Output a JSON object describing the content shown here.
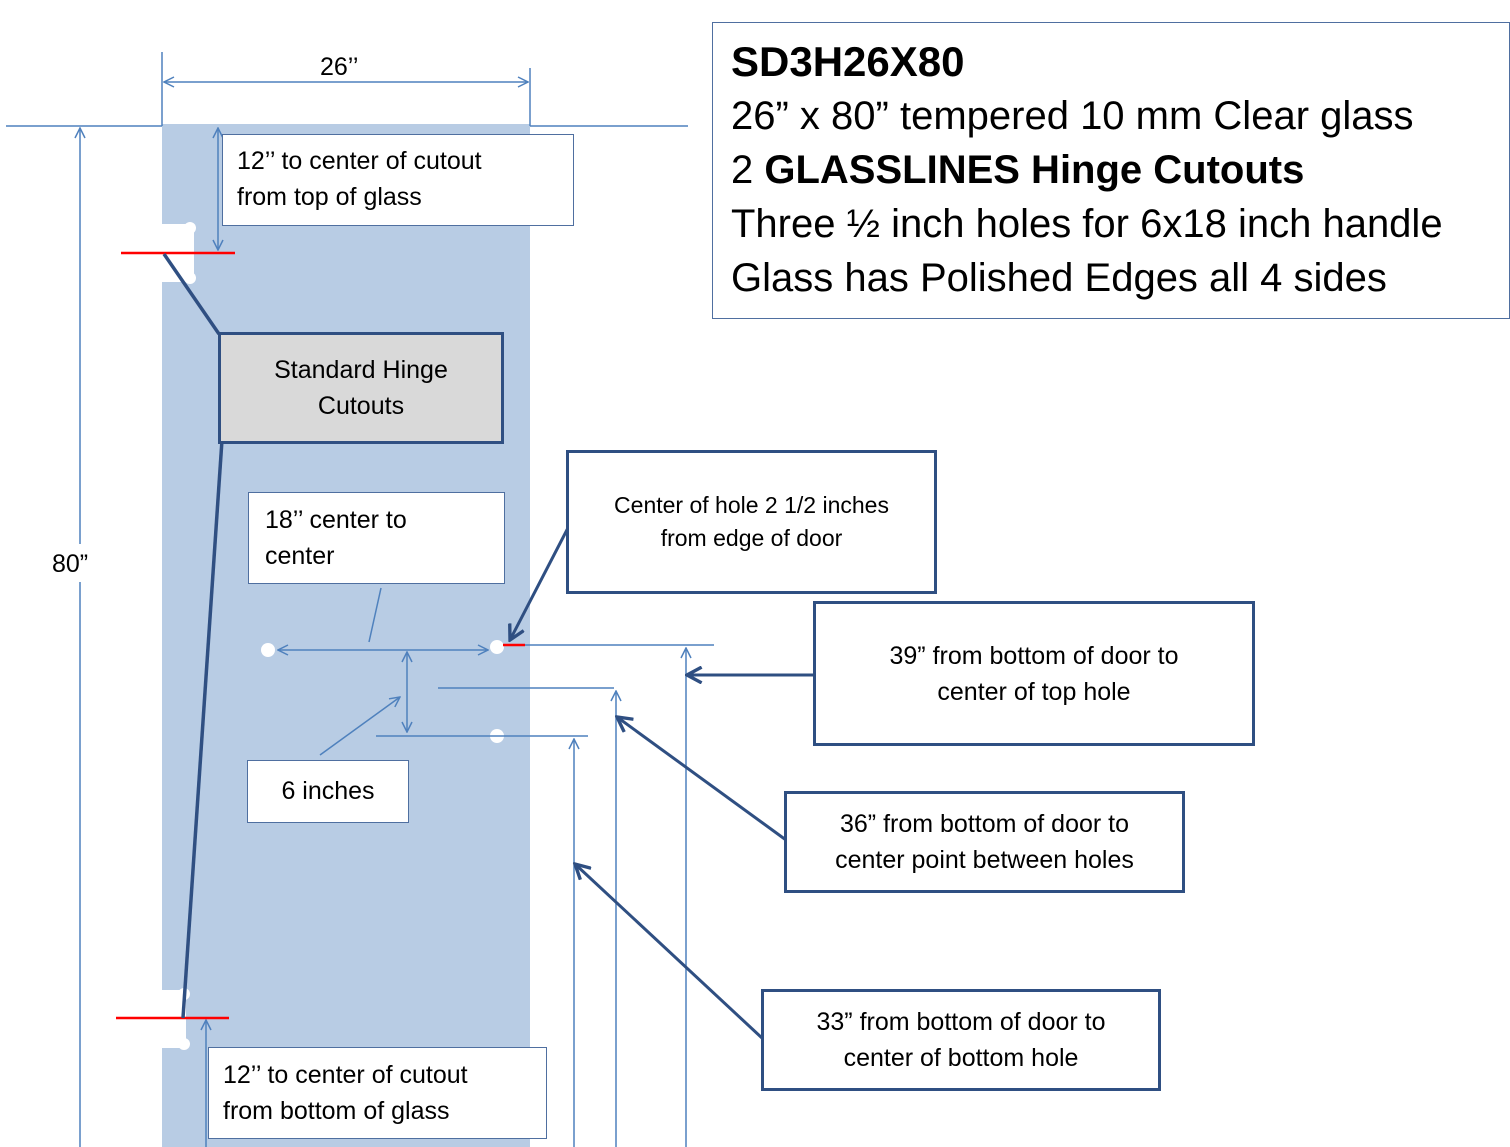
{
  "spec": {
    "title": "SD3H26X80",
    "line1": "26” x 80” tempered 10 mm Clear glass",
    "line2_prefix": "2 ",
    "line2_bold": "GLASSLINES Hinge Cutouts",
    "line3": "Three ½ inch holes for 6x18 inch handle",
    "line4": "Glass has Polished Edges all 4 sides"
  },
  "dims": {
    "width": "26’’",
    "height": "80”"
  },
  "labels": {
    "top_cutout": [
      "12’’ to center of cutout",
      "from top of glass"
    ],
    "hinge": [
      "Standard Hinge",
      "Cutouts"
    ],
    "center_to_center": [
      "18’’ center to",
      "center"
    ],
    "hole_edge": [
      "Center of hole 2 1/2 inches",
      "from edge of door"
    ],
    "top_hole": [
      "39” from bottom of door to",
      "center of top hole"
    ],
    "six_inches": "6 inches",
    "mid_point": [
      "36” from bottom of door to",
      "center point between holes"
    ],
    "bottom_hole": [
      "33” from bottom of door to",
      "center of bottom hole"
    ],
    "bottom_cutout": [
      "12’’ to center of cutout",
      "from bottom of glass"
    ]
  },
  "colors": {
    "glass": "#b8cce4",
    "dim_line": "#4f81bd",
    "pointer": "#2f4f82",
    "hinge_mark": "#ff0000"
  }
}
